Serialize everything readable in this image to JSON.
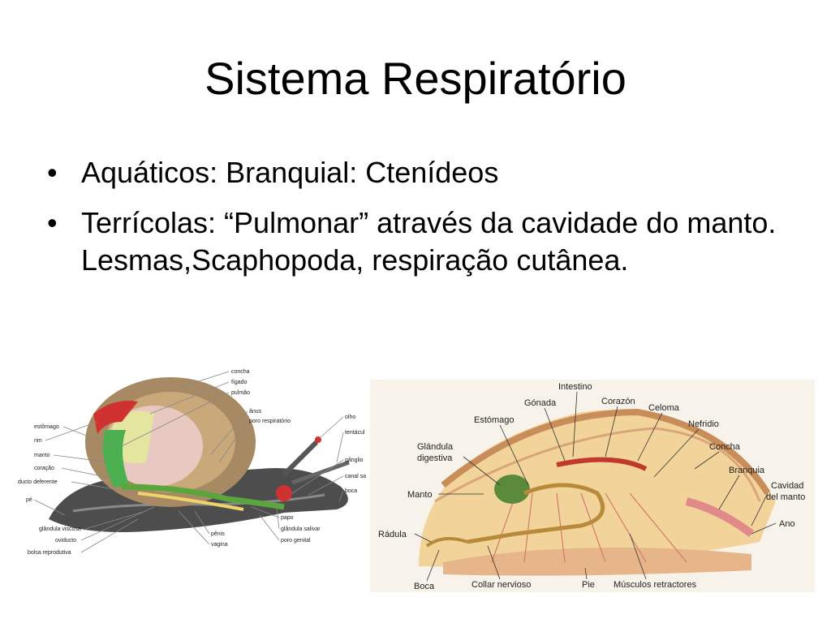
{
  "slide": {
    "title": "Sistema Respiratório",
    "bullet_symbol": "•",
    "bullets": [
      "Aquáticos: Branquial: Ctenídeos",
      "Terrícolas: “Pulmonar” através da cavidade do manto.  Lesmas,Scaphopoda, respiração cutânea."
    ]
  },
  "snail_figure": {
    "labels": {
      "concha": "concha",
      "figado": "fígado",
      "pulmao": "pulmão",
      "anus": "ânus",
      "poro_respiratorio": "poro respiratório",
      "olho": "olho",
      "tentaculo": "tentácul",
      "ganglio": "gânglio",
      "canal": "canal sa",
      "boca": "boca",
      "estomago": "estômago",
      "rim": "rim",
      "manto": "manto",
      "coracao": "coração",
      "ducto": "ducto deferente",
      "pe": "pé",
      "papo": "papo",
      "glandula_salivar": "glândula salivar",
      "poro_genital": "poro genital",
      "penis": "pênis",
      "vagina": "vagina",
      "glandula_viscosa": "glândula viscosa",
      "oviducto": "oviducto",
      "bolsa": "bolsa reprodutiva"
    }
  },
  "mollusk_figure": {
    "labels": {
      "intestino": "Intestino",
      "gonada": "Gónada",
      "corazon": "Corazón",
      "celoma": "Celoma",
      "estomago": "Estómago",
      "nefridio": "Nefridio",
      "glandula": "Glándula",
      "digestiva": "digestiva",
      "concha": "Concha",
      "branquia": "Branquia",
      "cavidad": "Cavidad",
      "del_manto": "del manto",
      "manto": "Manto",
      "ano": "Ano",
      "radula": "Rádula",
      "boca": "Boca",
      "collar": "Collar nervioso",
      "pie": "Pie",
      "musculos": "Músculos retractores"
    }
  }
}
